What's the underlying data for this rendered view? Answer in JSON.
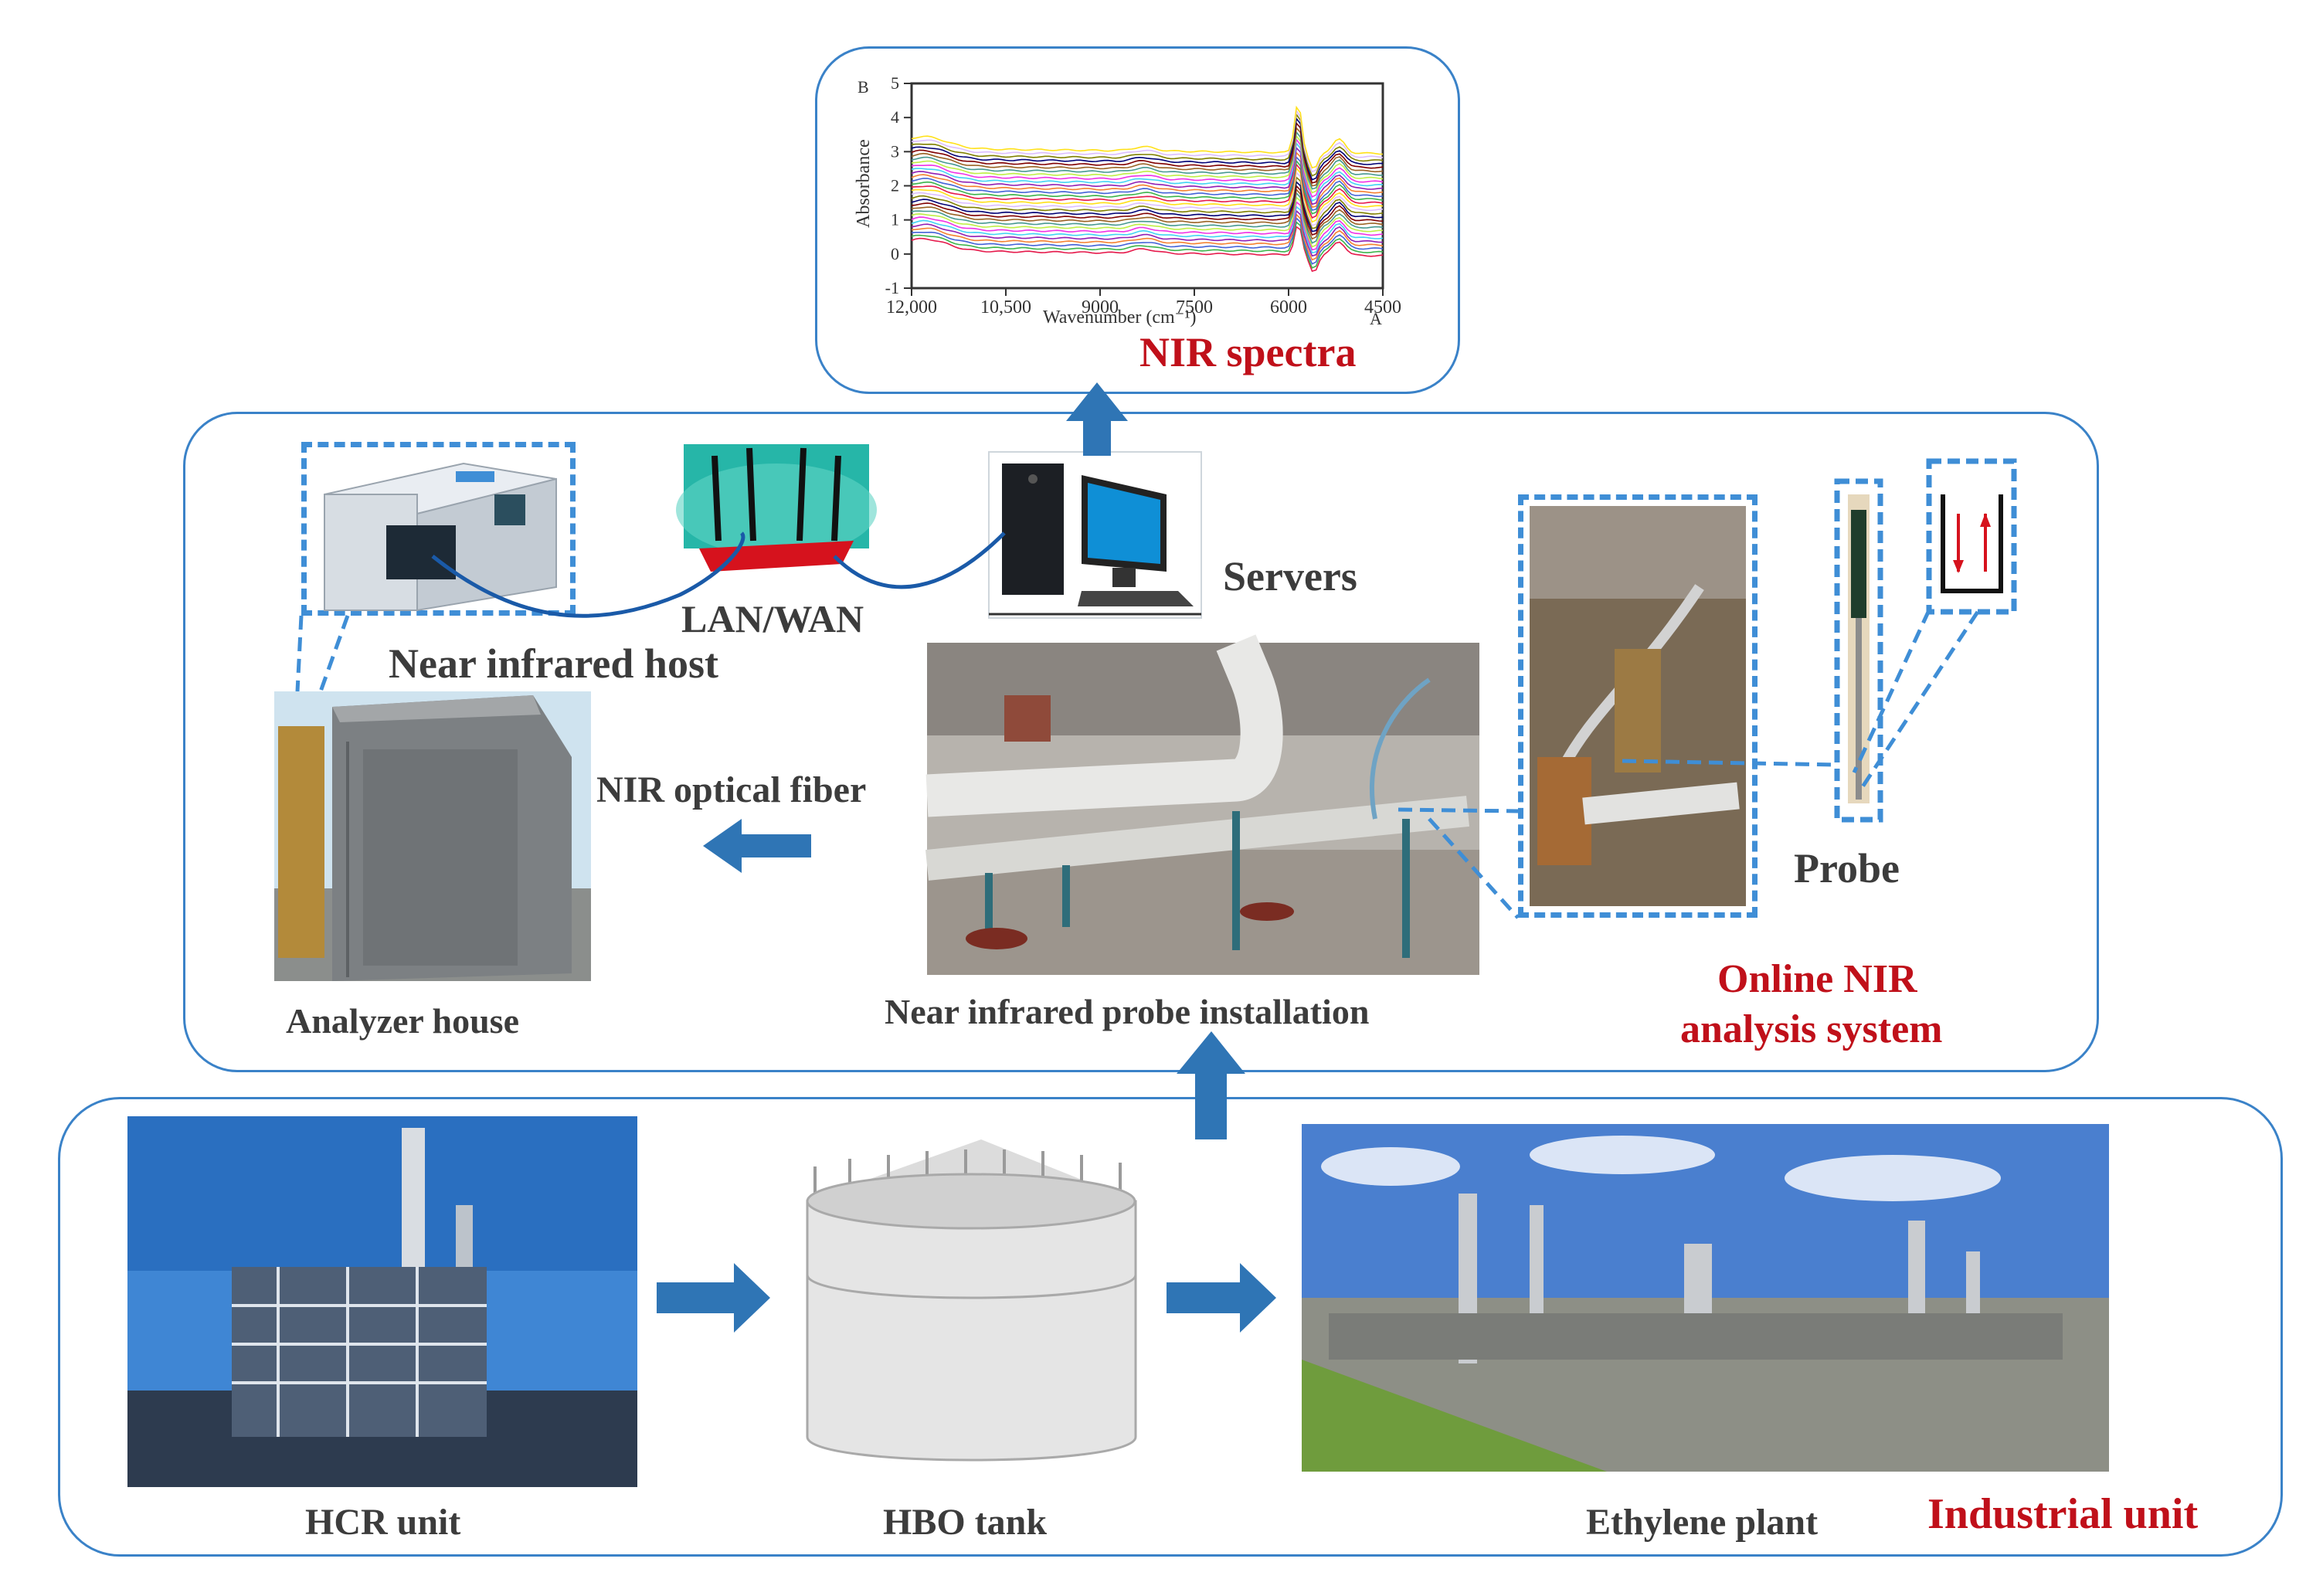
{
  "labels": {
    "nir_spectra": "NIR spectra",
    "servers": "Servers",
    "lan_wan": "LAN/WAN",
    "near_infrared_host": "Near infrared host",
    "nir_optical_fiber": "NIR optical fiber",
    "analyzer_house": "Analyzer  house",
    "probe_installation": "Near infrared  probe installation",
    "probe": "Probe",
    "online_system_line1": "Online NIR",
    "online_system_line2": "analysis system",
    "hcr_unit": "HCR unit",
    "hbo_tank": "HBO tank",
    "ethylene_plant": "Ethylene plant",
    "industrial_unit": "Industrial unit"
  },
  "chart_data": {
    "type": "line",
    "panel_letter": "B",
    "xlabel": "Wavenumber (cm⁻¹)",
    "ylabel": "Absorbance",
    "x_ticks": [
      "12,000",
      "10,500",
      "9000",
      "7500",
      "6000",
      "4500"
    ],
    "y_ticks": [
      "-1",
      "0",
      "1",
      "2",
      "3",
      "4",
      "5"
    ],
    "xlim": [
      12000,
      4500
    ],
    "ylim": [
      -1,
      5
    ],
    "series_count": 30,
    "note_mark": "A"
  },
  "colors": {
    "panel_border": "#3a82c8",
    "arrow": "#2f75b5",
    "dashed_box": "#3f8ed6",
    "accent_red": "#c0101a",
    "label_text": "#3c3c3c"
  },
  "icons": [
    "nir-host-icon",
    "router-icon",
    "server-computer-icon",
    "analyzer-house-icon",
    "pipeline-probe-icon",
    "probe-icon",
    "flow-schematic-icon",
    "hcr-unit-icon",
    "hbo-tank-icon",
    "ethylene-plant-icon"
  ]
}
